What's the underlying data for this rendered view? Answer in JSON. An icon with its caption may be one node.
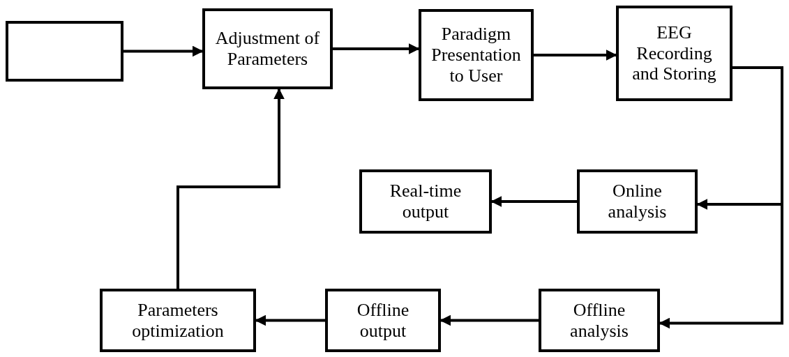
{
  "diagram": {
    "nodes": [
      {
        "text": [],
        "shape": "box"
      },
      {
        "text": [
          "Adjustment of Parameters"
        ]
      },
      {
        "text": [
          "Paradigm Presentation to User"
        ]
      },
      {
        "text": [
          "EEG Recording and Storing"
        ]
      },
      {
        "text": [
          "Real-time output"
        ]
      },
      {
        "text": [
          "Online analysis"
        ]
      },
      {
        "text": [
          "Parameters optimization"
        ]
      },
      {
        "text": [
          "Offline output"
        ]
      },
      {
        "text": [
          "Offline analysis"
        ]
      }
    ],
    "edges": [
      {
        "from": 0,
        "to": 1,
        "arrow": "to"
      },
      {
        "from": 1,
        "to": 2,
        "arrow": "to"
      },
      {
        "from": 2,
        "to": 3,
        "arrow": "to"
      },
      {
        "from": 3,
        "to": 5,
        "arrow": "to"
      },
      {
        "from": 3,
        "to": 8,
        "arrow": "to"
      },
      {
        "from": 5,
        "to": 4,
        "arrow": "to"
      },
      {
        "from": 8,
        "to": 7,
        "arrow": "to"
      },
      {
        "from": 7,
        "to": 6,
        "arrow": "to"
      },
      {
        "from": 6,
        "to": 1,
        "arrow": "to"
      }
    ]
  }
}
